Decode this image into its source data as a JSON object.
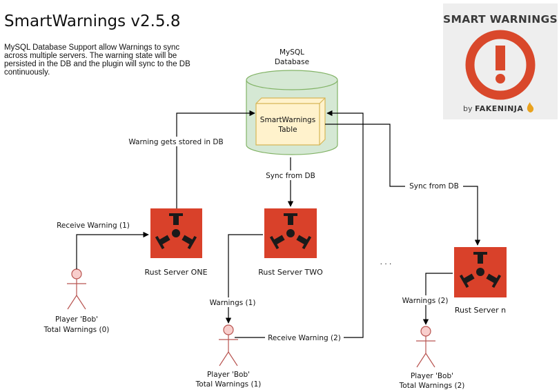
{
  "header": {
    "title": "SmartWarnings v2.5.8",
    "description": [
      "MySQL Database Support allow Warnings to sync",
      "across multiple servers. The warning state will be",
      "persisted in the DB and the plugin will sync to the DB",
      "continuously."
    ]
  },
  "logo": {
    "title": "SMART WARNINGS",
    "by": "by",
    "brand": "FAKENINJA",
    "accent": "#d9482b"
  },
  "database": {
    "label_line1": "MySQL",
    "label_line2": "Database",
    "table_line1": "SmartWarnings",
    "table_line2": "Table",
    "fill": "#d5e8d4",
    "stroke": "#82b366",
    "table_fill": "#fff2cc",
    "table_stroke": "#d6b656"
  },
  "servers": [
    {
      "label": "Rust Server ONE"
    },
    {
      "label": "Rust Server TWO"
    },
    {
      "label": "Rust Server n"
    }
  ],
  "server_color": "#d9412a",
  "players": [
    {
      "line1": "Player 'Bob'",
      "line2": "Total Warnings (0)"
    },
    {
      "line1": "Player 'Bob'",
      "line2": "Total Warnings (1)"
    },
    {
      "line1": "Player 'Bob'",
      "line2": "Total Warnings (2)"
    }
  ],
  "player_fill": "#f8cecc",
  "player_stroke": "#b85450",
  "edges": {
    "stored": "Warning gets stored in DB",
    "sync_two": "Sync from DB",
    "sync_n": "Sync from DB",
    "receive_one": "Receive Warning (1)",
    "warnings_one": "Warnings (1)",
    "receive_two": "Receive Warning (2)",
    "warnings_two": "Warnings (2)",
    "ellipsis": ". . ."
  }
}
